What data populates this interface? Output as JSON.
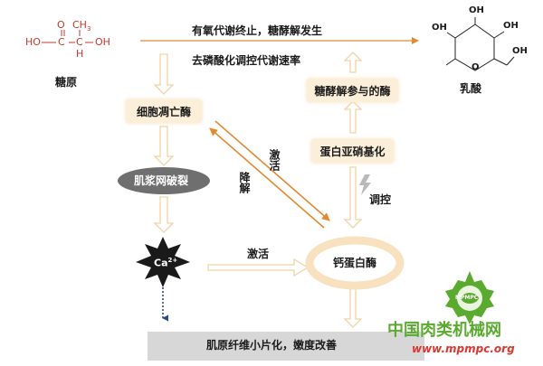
{
  "colors": {
    "arrow_outline": "#f0d3a6",
    "orange_arrow": "#e08a33",
    "box_fill": "#fcefd9",
    "gray_bar": "#d7d7d7",
    "ellipse_fill": "#6f6f6f",
    "watermark_green": "#5aaa2f",
    "watermark_red": "#d9372f",
    "formula_red": "#c0392b"
  },
  "formula": {
    "ho_left": "HO",
    "o_top": "O",
    "ch3": "CH",
    "ch3_sub": "3",
    "c1": "C",
    "c2": "C",
    "h": "H",
    "oh_right": "OH"
  },
  "lactose_labels": {
    "oh1": "OH",
    "oh2": "OH",
    "oh3": "OH",
    "oh4": "OH",
    "ring_o": "O"
  },
  "labels": {
    "glycogen": "糖原",
    "lactic_acid": "乳酸",
    "top_line1": "有氧代谢终止，糖酵解发生",
    "top_line2": "去磷酸化调控代谢速率",
    "apoptosis_enzyme": "细胞凋亡酶",
    "glycolysis_enzyme": "糖酵解参与的酶",
    "nitrosylation": "蛋白亚硝基化",
    "sr_rupture": "肌浆网破裂",
    "calcium": "Ca",
    "calcium_sup": "2+",
    "calpain": "钙蛋白酶",
    "activate_diag": "激活",
    "degrade_diag": "降解",
    "regulate": "调控",
    "activate_horizontal": "激活",
    "bottom_result": "肌原纤维小片化，嫩度改善"
  },
  "watermark": {
    "cn": "中国肉类机械网",
    "url": "www.mpmpc.org",
    "logo_text": "MPMPC"
  }
}
